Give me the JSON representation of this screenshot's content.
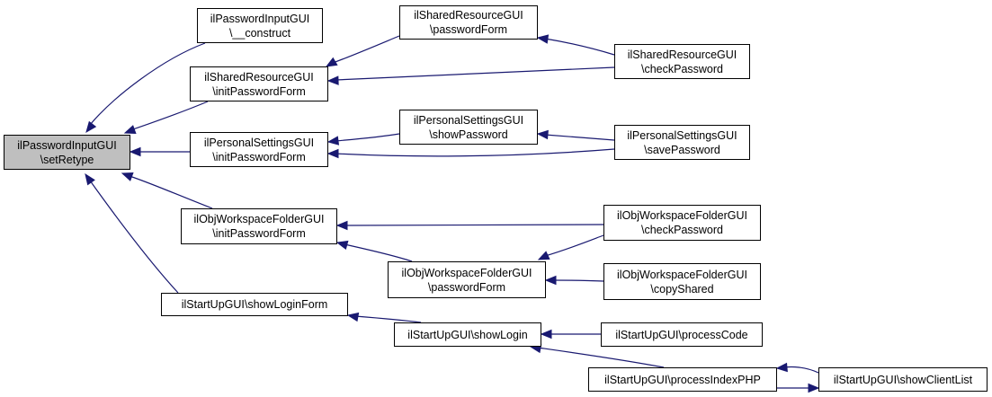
{
  "colors": {
    "edge": "#191970",
    "border": "#000000",
    "focus_fill": "#bfbfbf"
  },
  "nodes": {
    "root": {
      "line1": "ilPasswordInputGUI",
      "line2": "\\setRetype"
    },
    "pwcon": {
      "line1": "ilPasswordInputGUI",
      "line2": "\\__construct"
    },
    "srinit": {
      "line1": "ilSharedResourceGUI",
      "line2": "\\initPasswordForm"
    },
    "srform": {
      "line1": "ilSharedResourceGUI",
      "line2": "\\passwordForm"
    },
    "srchk": {
      "line1": "ilSharedResourceGUI",
      "line2": "\\checkPassword"
    },
    "psinit": {
      "line1": "ilPersonalSettingsGUI",
      "line2": "\\initPasswordForm"
    },
    "psshow": {
      "line1": "ilPersonalSettingsGUI",
      "line2": "\\showPassword"
    },
    "pssave": {
      "line1": "ilPersonalSettingsGUI",
      "line2": "\\savePassword"
    },
    "owinit": {
      "line1": "ilObjWorkspaceFolderGUI",
      "line2": "\\initPasswordForm"
    },
    "owchk": {
      "line1": "ilObjWorkspaceFolderGUI",
      "line2": "\\checkPassword"
    },
    "owform": {
      "line1": "ilObjWorkspaceFolderGUI",
      "line2": "\\passwordForm"
    },
    "owcopy": {
      "line1": "ilObjWorkspaceFolderGUI",
      "line2": "\\copyShared"
    },
    "suform": {
      "line1": "ilStartUpGUI\\showLoginForm"
    },
    "sulogin": {
      "line1": "ilStartUpGUI\\showLogin"
    },
    "sucode": {
      "line1": "ilStartUpGUI\\processCode"
    },
    "suindex": {
      "line1": "ilStartUpGUI\\processIndexPHP"
    },
    "sulist": {
      "line1": "ilStartUpGUI\\showClientList"
    }
  },
  "edges": [
    {
      "from": "pwcon",
      "to": "root"
    },
    {
      "from": "srinit",
      "to": "root"
    },
    {
      "from": "psinit",
      "to": "root"
    },
    {
      "from": "owinit",
      "to": "root"
    },
    {
      "from": "suform",
      "to": "root"
    },
    {
      "from": "srform",
      "to": "srinit"
    },
    {
      "from": "srchk",
      "to": "srinit"
    },
    {
      "from": "srchk",
      "to": "srform"
    },
    {
      "from": "psshow",
      "to": "psinit"
    },
    {
      "from": "pssave",
      "to": "psinit"
    },
    {
      "from": "pssave",
      "to": "psshow"
    },
    {
      "from": "owchk",
      "to": "owinit"
    },
    {
      "from": "owform",
      "to": "owinit"
    },
    {
      "from": "owchk",
      "to": "owform"
    },
    {
      "from": "owcopy",
      "to": "owform"
    },
    {
      "from": "sulogin",
      "to": "suform"
    },
    {
      "from": "sucode",
      "to": "sulogin"
    },
    {
      "from": "suindex",
      "to": "sulogin"
    },
    {
      "from": "sulist",
      "to": "suindex"
    },
    {
      "from": "suindex",
      "to": "sulist"
    }
  ]
}
